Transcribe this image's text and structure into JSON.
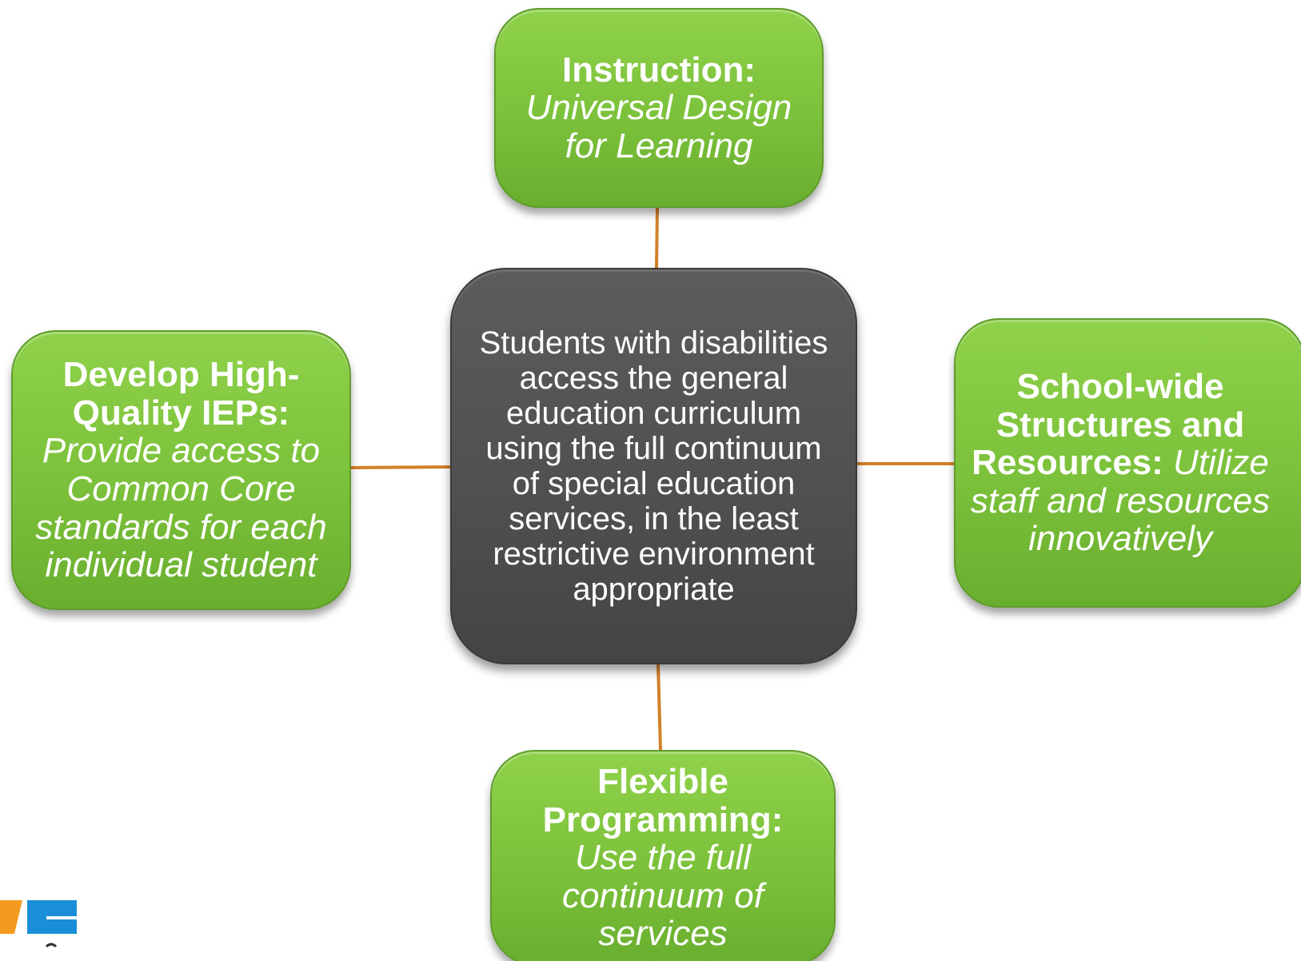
{
  "diagram": {
    "center": {
      "text": "Students with disabilities access the general education curriculum using the full continuum of special education services, in the least restrictive environment appropriate"
    },
    "top": {
      "bold": "Instruction:",
      "italic": "Universal Design for Learning"
    },
    "left": {
      "bold": "Develop High-Quality IEPs:",
      "italic": "Provide access to Common Core standards for each individual student"
    },
    "right": {
      "bold": "School-wide Structures and Resources:",
      "italic": "Utilize staff and resources innovatively"
    },
    "bottom": {
      "bold": "Flexible Programming:",
      "italic": "Use the full continuum of services"
    }
  },
  "colors": {
    "box_green": "#7cc13b",
    "box_dark": "#505050",
    "connector": "#d2812a",
    "logo_orange": "#f39a1f",
    "logo_blue": "#1a8fd8"
  },
  "icons": {
    "logo": "doe-logo-icon"
  }
}
